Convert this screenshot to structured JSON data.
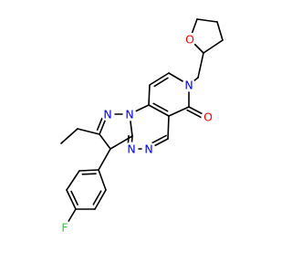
{
  "colors": {
    "background": "#ffffff",
    "bond": "#000000",
    "N": "#0000ff",
    "O": "#ff0000",
    "F": "#33cc33"
  },
  "atoms": [
    {
      "id": "N_pyrazole_2",
      "element": "N",
      "label": "N"
    },
    {
      "id": "N_bridge",
      "element": "N",
      "label": "N"
    },
    {
      "id": "N_triazine_a",
      "element": "N",
      "label": "N"
    },
    {
      "id": "N_triazine_b",
      "element": "N",
      "label": "N"
    },
    {
      "id": "N_pyridinone",
      "element": "N",
      "label": "N"
    },
    {
      "id": "O_carbonyl",
      "element": "O",
      "label": "O"
    },
    {
      "id": "O_thf",
      "element": "O",
      "label": "O"
    },
    {
      "id": "F_aryl",
      "element": "F",
      "label": "F"
    }
  ]
}
